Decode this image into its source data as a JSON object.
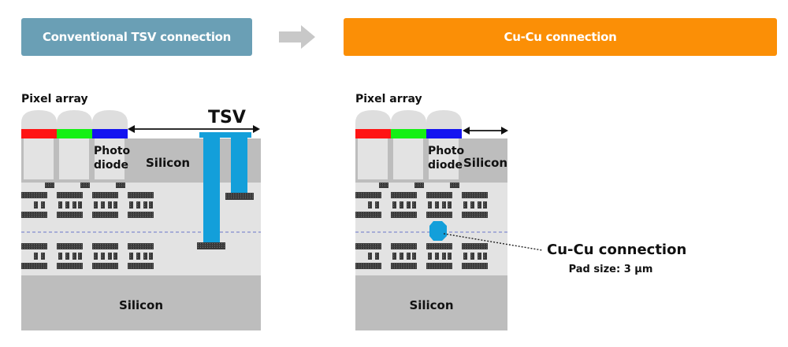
{
  "headers": {
    "left": "Conventional TSV connection",
    "right": "Cu-Cu connection",
    "arrow_icon": "right-arrow-icon"
  },
  "colors": {
    "header_left": "#6a9fb5",
    "header_right": "#fb8f06",
    "arrow": "#c8c8c8",
    "silicon": "#bdbdbd",
    "wiring_layer": "#e3e3e3",
    "microlens": "#dedede",
    "filter_red": "#ff1414",
    "filter_green": "#14f014",
    "filter_blue": "#1414f0",
    "tsv": "#139fda",
    "cu_pad": "#139fda",
    "metal": "#3a3a3a",
    "bond_line": "#6a74c8"
  },
  "left_diagram": {
    "pixel_array_label": "Pixel array",
    "photodiode_label": [
      "Photo",
      "diode"
    ],
    "silicon_top_label": "Silicon",
    "silicon_bottom_label": "Silicon",
    "tsv_label": "TSV",
    "filters": [
      "red",
      "green",
      "blue"
    ]
  },
  "right_diagram": {
    "pixel_array_label": "Pixel array",
    "photodiode_label": [
      "Photo",
      "diode"
    ],
    "silicon_top_label": "Silicon",
    "silicon_bottom_label": "Silicon",
    "filters": [
      "red",
      "green",
      "blue"
    ],
    "callout_title": "Cu-Cu connection",
    "callout_subtitle": "Pad size: 3 µm"
  }
}
